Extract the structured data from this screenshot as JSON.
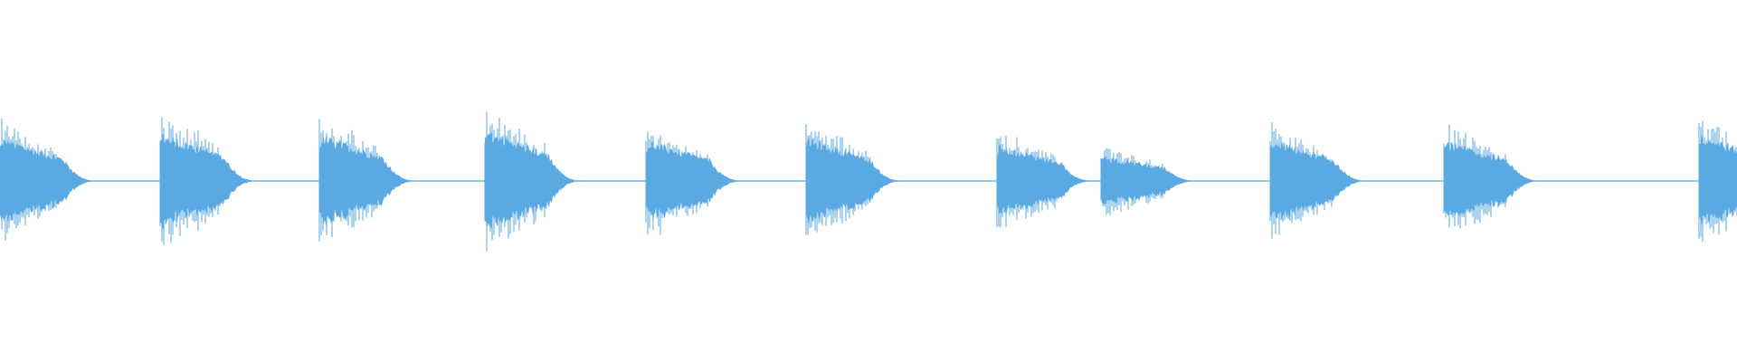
{
  "waveform": {
    "color": "#5aa9e2",
    "background": "#ffffff",
    "onset_count": 11,
    "onsets": [
      {
        "start": 0.0,
        "peak": 0.42
      },
      {
        "start": 0.092,
        "peak": 0.47
      },
      {
        "start": 0.184,
        "peak": 0.45
      },
      {
        "start": 0.279,
        "peak": 0.5
      },
      {
        "start": 0.372,
        "peak": 0.4
      },
      {
        "start": 0.464,
        "peak": 0.42
      },
      {
        "start": 0.574,
        "peak": 0.35
      },
      {
        "start": 0.634,
        "peak": 0.25
      },
      {
        "start": 0.731,
        "peak": 0.4
      },
      {
        "start": 0.831,
        "peak": 0.4
      },
      {
        "start": 0.978,
        "peak": 0.46
      }
    ]
  }
}
